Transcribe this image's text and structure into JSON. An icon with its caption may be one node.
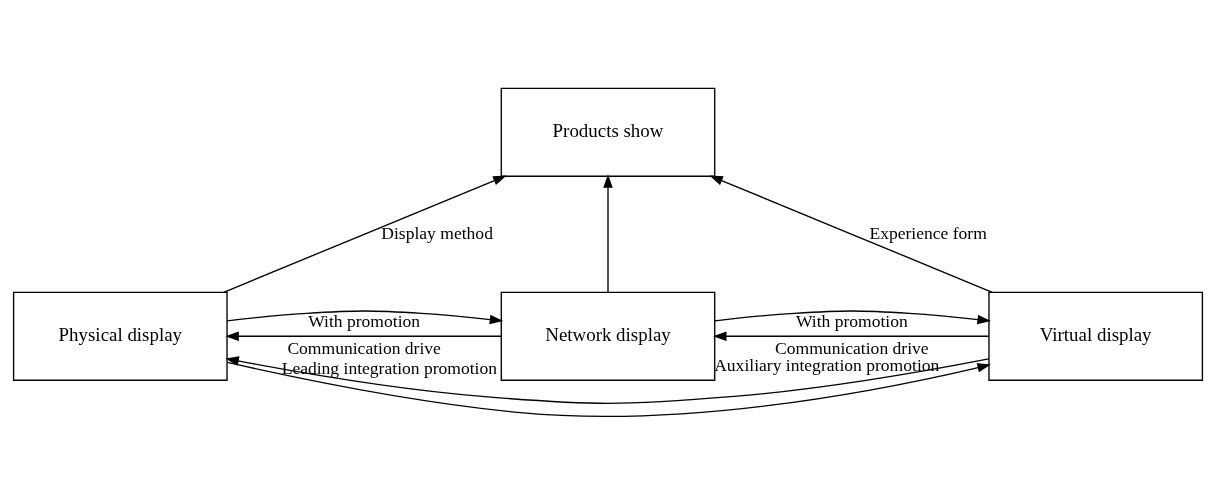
{
  "diagram": {
    "nodes": [
      {
        "text": [
          "Products show"
        ]
      },
      {
        "text": [
          "Physical display"
        ]
      },
      {
        "text": [
          "Network display"
        ]
      },
      {
        "text": [
          "Virtual display"
        ]
      }
    ],
    "edges": [
      {
        "from": 1,
        "to": 0,
        "arrow": "to",
        "label": "Display method"
      },
      {
        "from": 2,
        "to": 0,
        "arrow": "to"
      },
      {
        "from": 3,
        "to": 0,
        "arrow": "to",
        "label": "Experience form"
      },
      {
        "from": 1,
        "to": 2,
        "arrow": "to",
        "label": "With promotion"
      },
      {
        "from": 2,
        "to": 1,
        "arrow": "to",
        "label": "Communication drive"
      },
      {
        "from": 2,
        "to": 3,
        "arrow": "to",
        "label": "With promotion"
      },
      {
        "from": 3,
        "to": 2,
        "arrow": "to",
        "label": "Communication drive"
      },
      {
        "from": 3,
        "to": 1,
        "arrow": "to",
        "label": "Auxiliary integration promotion"
      },
      {
        "from": 1,
        "to": 3,
        "arrow": "to",
        "label": "Leading integration promotion"
      }
    ]
  }
}
